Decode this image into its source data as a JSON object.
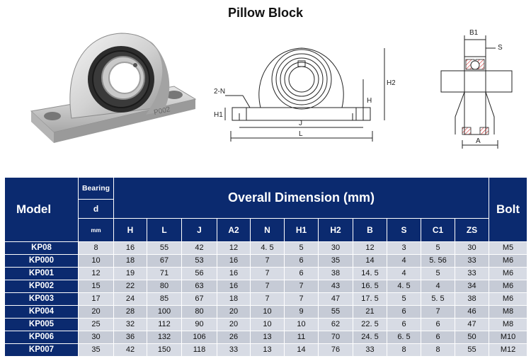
{
  "title": "Pillow Block",
  "diagram": {
    "front_labels": {
      "n": "2-N",
      "h1": "H1",
      "h": "H",
      "h2": "H2",
      "j": "J",
      "l": "L"
    },
    "side_labels": {
      "b1": "B1",
      "s": "S",
      "a": "A"
    },
    "photo_mark": "P002"
  },
  "table": {
    "model_header": "Model",
    "bearing_header": "Bearing",
    "d_header": "d",
    "mm_header": "mm",
    "overall_header": "Overall Dimension (mm)",
    "bolt_header": "Bolt",
    "dim_headers": [
      "H",
      "L",
      "J",
      "A2",
      "N",
      "H1",
      "H2",
      "B",
      "S",
      "C1",
      "ZS"
    ],
    "rows": [
      {
        "model": "KP08",
        "d": "8",
        "values": [
          "16",
          "55",
          "42",
          "12",
          "4. 5",
          "5",
          "30",
          "12",
          "3",
          "5",
          "30"
        ],
        "bolt": "M5"
      },
      {
        "model": "KP000",
        "d": "10",
        "values": [
          "18",
          "67",
          "53",
          "16",
          "7",
          "6",
          "35",
          "14",
          "4",
          "5. 56",
          "33"
        ],
        "bolt": "M6"
      },
      {
        "model": "KP001",
        "d": "12",
        "values": [
          "19",
          "71",
          "56",
          "16",
          "7",
          "6",
          "38",
          "14. 5",
          "4",
          "5",
          "33"
        ],
        "bolt": "M6"
      },
      {
        "model": "KP002",
        "d": "15",
        "values": [
          "22",
          "80",
          "63",
          "16",
          "7",
          "7",
          "43",
          "16. 5",
          "4. 5",
          "4",
          "34"
        ],
        "bolt": "M6"
      },
      {
        "model": "KP003",
        "d": "17",
        "values": [
          "24",
          "85",
          "67",
          "18",
          "7",
          "7",
          "47",
          "17. 5",
          "5",
          "5. 5",
          "38"
        ],
        "bolt": "M6"
      },
      {
        "model": "KP004",
        "d": "20",
        "values": [
          "28",
          "100",
          "80",
          "20",
          "10",
          "9",
          "55",
          "21",
          "6",
          "7",
          "46"
        ],
        "bolt": "M8"
      },
      {
        "model": "KP005",
        "d": "25",
        "values": [
          "32",
          "112",
          "90",
          "20",
          "10",
          "10",
          "62",
          "22. 5",
          "6",
          "6",
          "47"
        ],
        "bolt": "M8"
      },
      {
        "model": "KP006",
        "d": "30",
        "values": [
          "36",
          "132",
          "106",
          "26",
          "13",
          "11",
          "70",
          "24. 5",
          "6. 5",
          "6",
          "50"
        ],
        "bolt": "M10"
      },
      {
        "model": "KP007",
        "d": "35",
        "values": [
          "42",
          "150",
          "118",
          "33",
          "13",
          "14",
          "76",
          "33",
          "8",
          "8",
          "55"
        ],
        "bolt": "M12"
      }
    ]
  }
}
